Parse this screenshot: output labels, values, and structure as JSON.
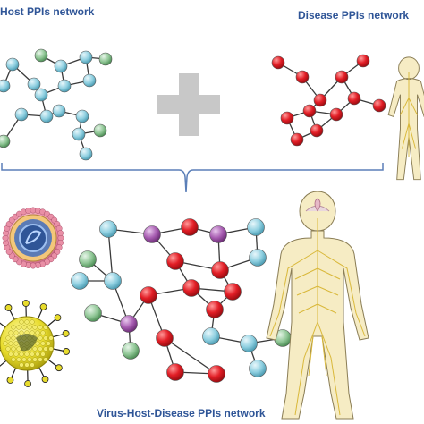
{
  "titles": {
    "virus_host": "-Host PPIs network",
    "disease": "Disease PPIs network",
    "combined": "Virus-Host-Disease PPIs network"
  },
  "colors": {
    "host_node": "#8ecfe0",
    "virus_node": "#8fc695",
    "disease_node": "#e21e26",
    "hub_node": "#a65bb0",
    "edge": "#3a3a3a",
    "title_text": "#2f5597",
    "plus_sign": "#c8c8c8",
    "bracket": "#5b7fb8",
    "body_fill": "#f6ecc4",
    "nerve": "#d9b83a"
  },
  "icons": [
    "plus-icon",
    "human-body-icon",
    "nervous-system-icon",
    "herpesvirus-icon",
    "adenovirus-icon"
  ]
}
